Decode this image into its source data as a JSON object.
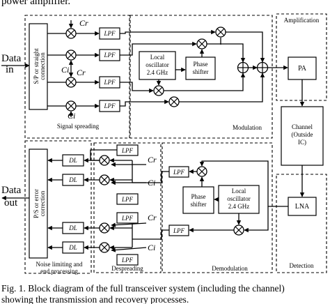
{
  "caption": {
    "top_fragment": "power amplifier.",
    "line1": "Fig. 1.  Block diagram of the full transceiver system (including the channel)",
    "line2": "showing the transmission and recovery processes."
  },
  "io": {
    "data": "Data",
    "in": "in",
    "out": "out"
  },
  "labels": {
    "sp": "S/P or straight",
    "sp2": "connection",
    "ps": "P/S or error",
    "ps2": "correction",
    "lpf": "LPF",
    "dl": "DL",
    "cr": "Cr",
    "ci": "Ci",
    "lo1": "Local",
    "lo2": "oscillator",
    "lo3": "2.4 GHz",
    "ps_a": "Phase",
    "ps_b": "shifter",
    "pa": "PA",
    "lna": "LNA",
    "ch1": "Channel",
    "ch2": "(Outside",
    "ch3": "IC)"
  },
  "regions": {
    "spreading": "Signal spreading",
    "modulation": "Modulation",
    "amplification": "Amplification",
    "noise1": "Noise limiting and",
    "noise2": "end processing",
    "despreading": "Despreading",
    "demodulation": "Demodulation",
    "detection": "Detection"
  }
}
